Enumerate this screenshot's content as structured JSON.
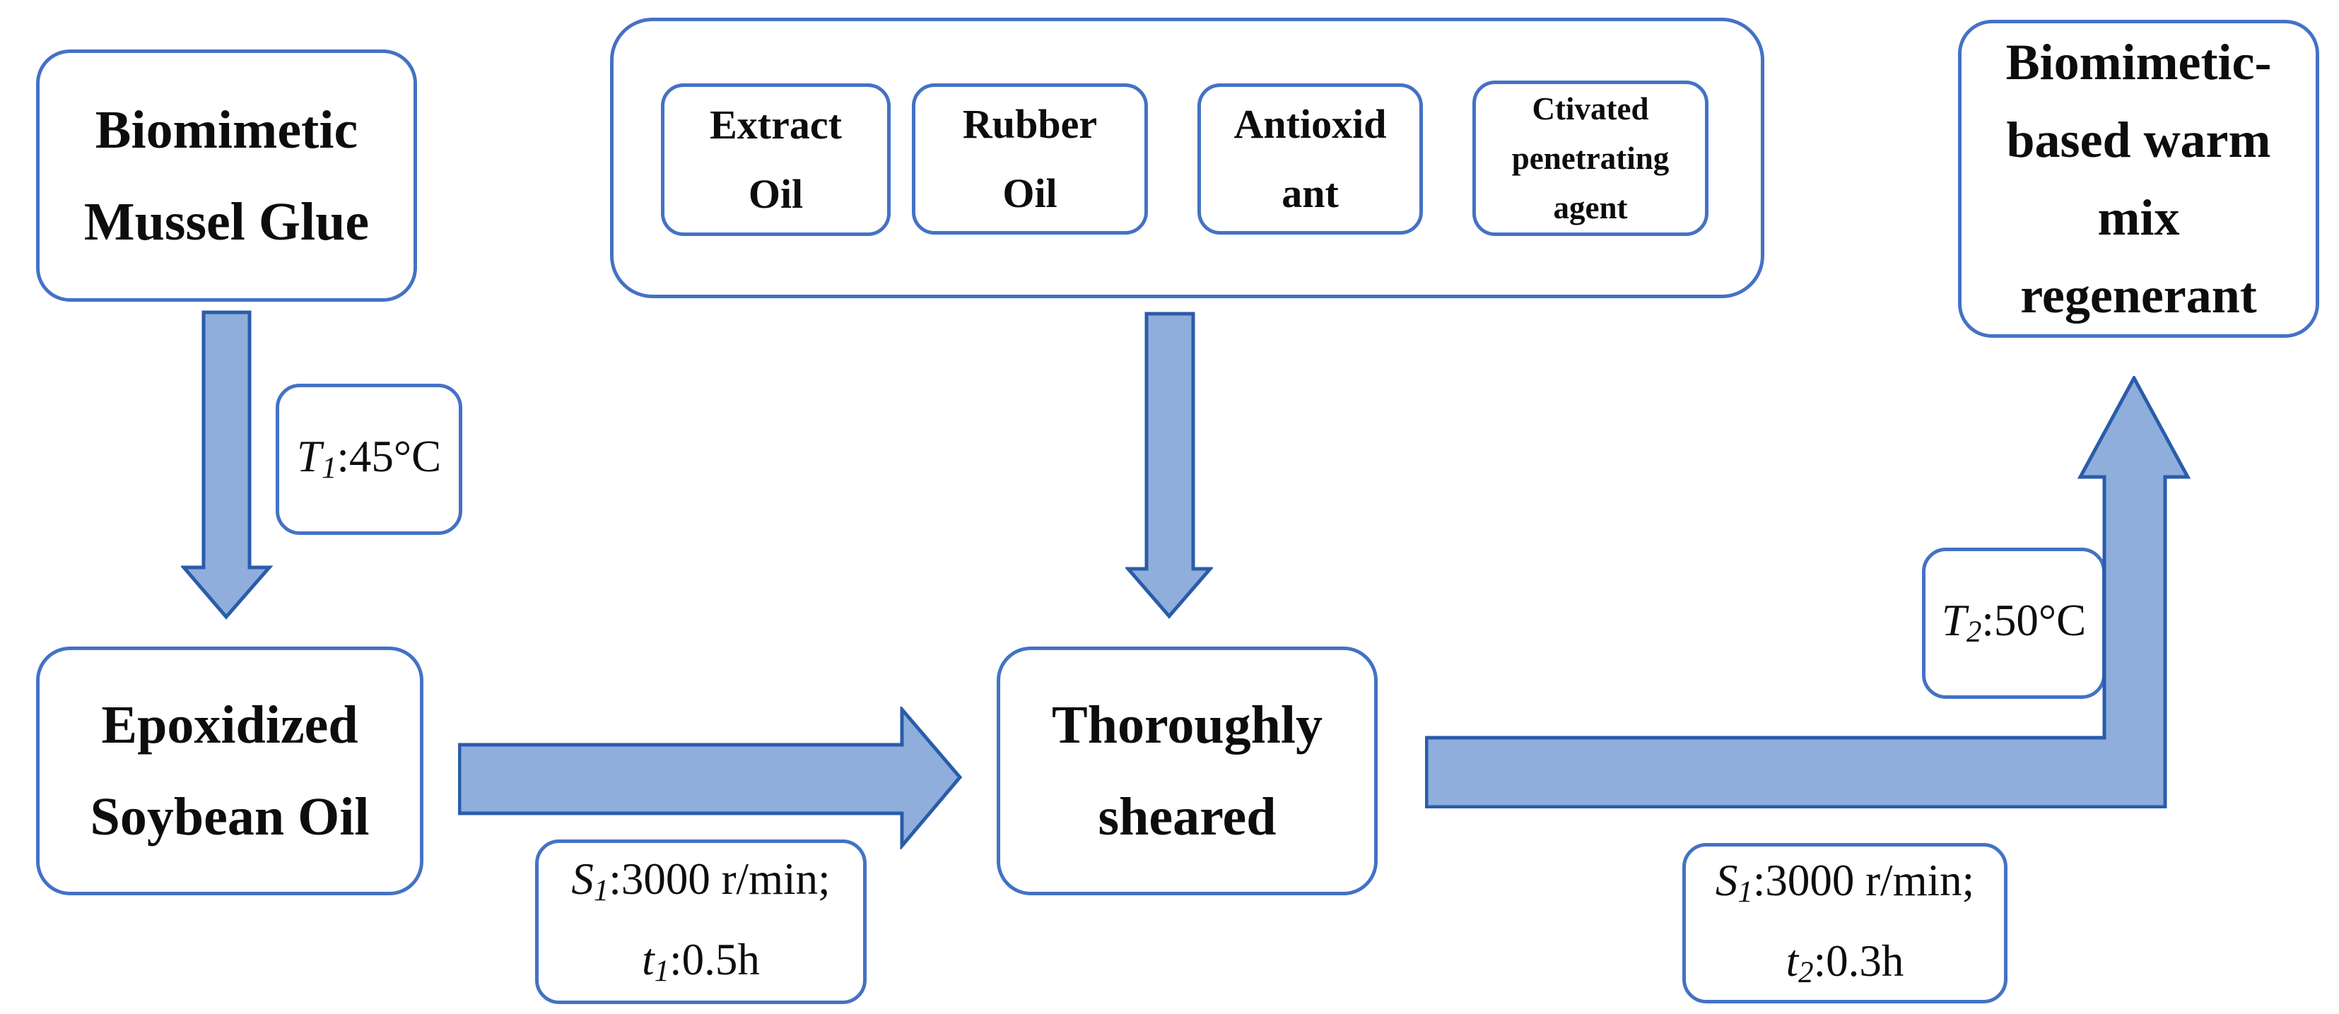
{
  "palette": {
    "box_border": "#4472c4",
    "arrow_fill": "#8faedc",
    "arrow_border": "#2a5caa",
    "text_color": "#0d0d0d",
    "bg": "#ffffff"
  },
  "boxes": {
    "mussel_glue": {
      "lines": [
        "Biomimetic",
        "Mussel Glue"
      ]
    },
    "epoxidized": {
      "lines": [
        "Epoxidized",
        "Soybean Oil"
      ]
    },
    "sheared": {
      "lines": [
        "Thoroughly",
        "sheared"
      ]
    },
    "regenerant": {
      "lines": [
        "Biomimetic-",
        "based warm",
        "mix",
        "regenerant"
      ]
    },
    "additives": [
      {
        "lines": [
          "Extract",
          "Oil"
        ]
      },
      {
        "lines": [
          "Rubber",
          "Oil"
        ]
      },
      {
        "lines": [
          "Antioxid",
          "ant"
        ]
      },
      {
        "lines": [
          "Ctivated",
          "penetrating",
          "agent"
        ]
      }
    ]
  },
  "labels": {
    "t1": {
      "sym": "T",
      "sub": "1",
      "rest": ":45°C"
    },
    "s1t1": {
      "line1": {
        "sym": "S",
        "sub": "1",
        "rest": ":3000 r/min;"
      },
      "line2": {
        "sym": "t",
        "sub": "1",
        "rest": ":0.5h"
      }
    },
    "t2": {
      "sym": "T",
      "sub": "2",
      "rest": ":50°C"
    },
    "s1t2": {
      "line1": {
        "sym": "S",
        "sub": "1",
        "rest": ":3000 r/min;"
      },
      "line2": {
        "sym": "t",
        "sub": "2",
        "rest": ":0.3h"
      }
    }
  }
}
